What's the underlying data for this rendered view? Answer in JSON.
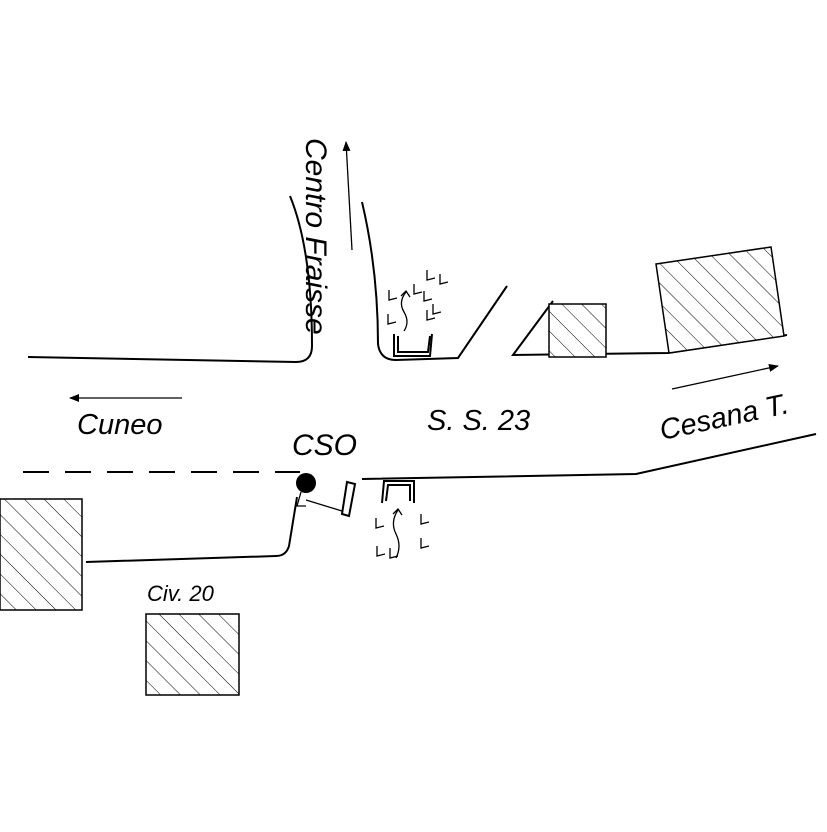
{
  "labels": {
    "centro_fraisse": "Centro Fraisse",
    "cuneo": "Cuneo",
    "ss23": "S. S. 23",
    "cesana": "Cesana T.",
    "cso": "CSO",
    "civ20": "Civ. 20"
  },
  "colors": {
    "ink": "#000000",
    "background": "#ffffff"
  },
  "icons": {
    "outfall_point": "filled-circle-icon",
    "direction_arrow": "arrow-icon",
    "building": "hatched-rectangle-icon",
    "inlet_grate": "drain-inlet-icon"
  }
}
